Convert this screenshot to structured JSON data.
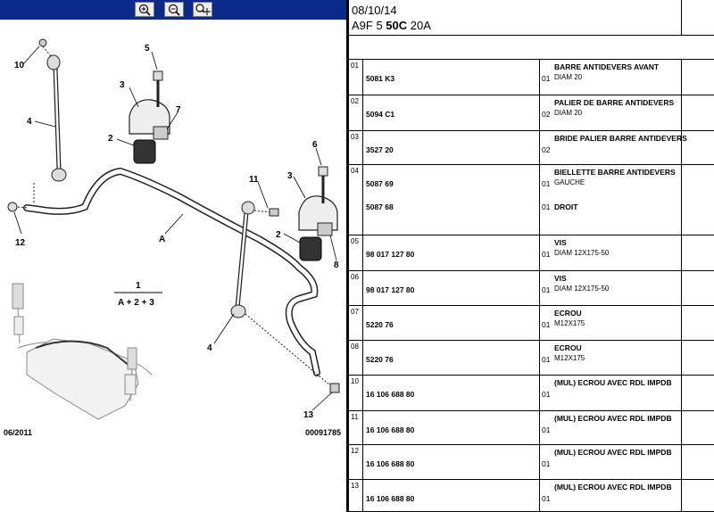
{
  "toolbar": {
    "zoom_in_icon": "magnifier-plus-icon",
    "zoom_out_icon": "magnifier-minus-icon",
    "pan_icon": "magnifier-move-icon"
  },
  "diagram": {
    "callouts": [
      "10",
      "5",
      "3",
      "7",
      "4",
      "2",
      "6",
      "11",
      "3",
      "12",
      "A",
      "2",
      "8",
      "1",
      "4",
      "13"
    ],
    "formula": "A + 2 + 3",
    "formula_num": "1",
    "date_code": "06/2011",
    "ref_code": "00091785"
  },
  "header": {
    "date": "08/10/14",
    "model_a": "A9F 5 ",
    "model_b": "50C",
    "model_c": " 20A"
  },
  "rows": [
    {
      "idx": "01",
      "ref": "5081 K3",
      "qty": "01",
      "d1": "BARRE ANTIDEVERS AVANT",
      "d2": "DIAM 20"
    },
    {
      "idx": "02",
      "ref": "5094 C1",
      "qty": "02",
      "d1": "PALIER DE BARRE ANTIDEVERS",
      "d2": "DIAM 20"
    },
    {
      "idx": "03",
      "ref": "3527 20",
      "qty": "02",
      "d1": "BRIDE PALIER BARRE ANTIDEVERS",
      "d2": ""
    },
    {
      "idx": "04",
      "ref": "5087 69",
      "qty": "01",
      "d1": "BIELLETTE BARRE ANTIDEVERS",
      "d2": "GAUCHE",
      "ref2": "5087 68",
      "qty2": "01",
      "d3": "DROIT"
    },
    {
      "idx": "05",
      "ref": "98 017 127 80",
      "qty": "01",
      "d1": "VIS",
      "d2": "DIAM 12X175-50"
    },
    {
      "idx": "06",
      "ref": "98 017 127 80",
      "qty": "01",
      "d1": "VIS",
      "d2": "DIAM 12X175-50"
    },
    {
      "idx": "07",
      "ref": "5220 76",
      "qty": "01",
      "d1": "ECROU",
      "d2": "M12X175"
    },
    {
      "idx": "08",
      "ref": "5220 76",
      "qty": "01",
      "d1": "ECROU",
      "d2": "M12X175"
    },
    {
      "idx": "10",
      "ref": "16 106 688 80",
      "qty": "01",
      "d1": "(MUL) ECROU AVEC RDL IMPDB",
      "d2": ""
    },
    {
      "idx": "11",
      "ref": "16 106 688 80",
      "qty": "01",
      "d1": "(MUL) ECROU AVEC RDL IMPDB",
      "d2": ""
    },
    {
      "idx": "12",
      "ref": "16 106 688 80",
      "qty": "01",
      "d1": "(MUL) ECROU AVEC RDL IMPDB",
      "d2": ""
    },
    {
      "idx": "13",
      "ref": "16 106 688 80",
      "qty": "01",
      "d1": "(MUL) ECROU AVEC RDL IMPDB",
      "d2": ""
    }
  ]
}
